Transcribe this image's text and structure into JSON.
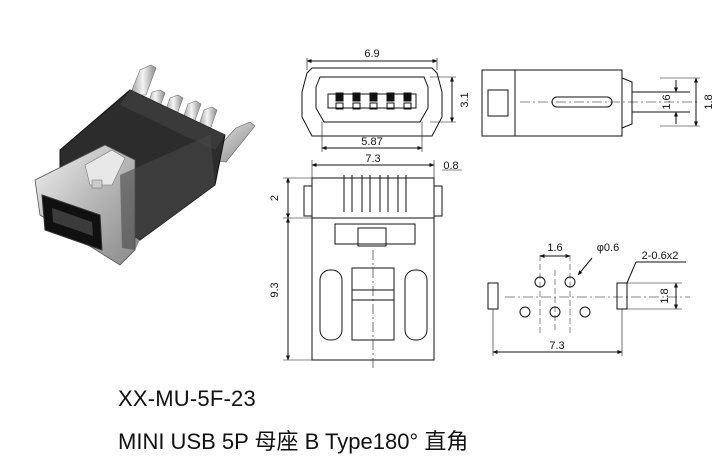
{
  "part_number": "XX-MU-5F-23",
  "description": "MINI USB 5P 母座 B Type180°  直角",
  "front_view": {
    "width_top": "6.9",
    "width_inner": "5.87",
    "height": "3.1"
  },
  "side_view": {
    "dim_a": "1.6",
    "dim_b": "1.8"
  },
  "top_view": {
    "width": "7.3",
    "pin": "0.8",
    "upper": "2",
    "length": "9.3"
  },
  "pcb_layout": {
    "pitch": "1.6",
    "hole": "φ0.6",
    "slots": "2-0.6x2",
    "span": "7.3",
    "height": "1.8"
  }
}
